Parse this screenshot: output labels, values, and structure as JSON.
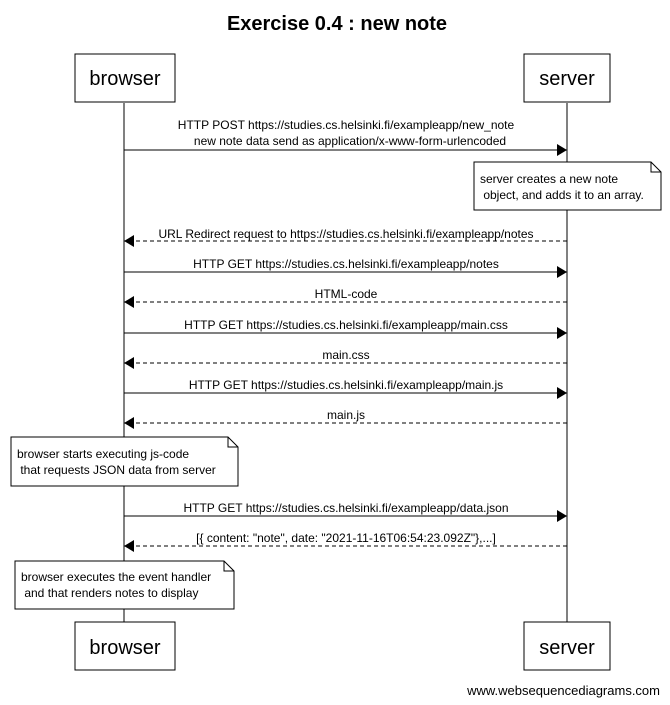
{
  "title": "Exercise 0.4 : new note",
  "participants": {
    "browser": "browser",
    "server": "server"
  },
  "messages": [
    {
      "from": "browser",
      "to": "server",
      "style": "solid",
      "lines": [
        "HTTP POST https://studies.cs.helsinki.fi/exampleapp/new_note",
        "new note data send as application/x-www-form-urlencoded"
      ]
    },
    {
      "from": "server",
      "to": "browser",
      "style": "dashed",
      "lines": [
        "URL Redirect request to https://studies.cs.helsinki.fi/exampleapp/notes"
      ]
    },
    {
      "from": "browser",
      "to": "server",
      "style": "solid",
      "lines": [
        "HTTP GET https://studies.cs.helsinki.fi/exampleapp/notes"
      ]
    },
    {
      "from": "server",
      "to": "browser",
      "style": "dashed",
      "lines": [
        "HTML-code"
      ]
    },
    {
      "from": "browser",
      "to": "server",
      "style": "solid",
      "lines": [
        "HTTP GET https://studies.cs.helsinki.fi/exampleapp/main.css"
      ]
    },
    {
      "from": "server",
      "to": "browser",
      "style": "dashed",
      "lines": [
        "main.css"
      ]
    },
    {
      "from": "browser",
      "to": "server",
      "style": "solid",
      "lines": [
        "HTTP GET https://studies.cs.helsinki.fi/exampleapp/main.js"
      ]
    },
    {
      "from": "server",
      "to": "browser",
      "style": "dashed",
      "lines": [
        "main.js"
      ]
    },
    {
      "from": "browser",
      "to": "server",
      "style": "solid",
      "lines": [
        "HTTP GET https://studies.cs.helsinki.fi/exampleapp/data.json"
      ]
    },
    {
      "from": "server",
      "to": "browser",
      "style": "dashed",
      "lines": [
        "[{ content: \"note\", date: \"2021-11-16T06:54:23.092Z\"},...]"
      ]
    }
  ],
  "notes": [
    {
      "over": "server",
      "lines": [
        "server creates a new note",
        " object, and adds it to an array."
      ]
    },
    {
      "over": "browser",
      "lines": [
        "browser starts executing js-code",
        " that requests JSON data from server"
      ]
    },
    {
      "over": "browser",
      "lines": [
        "browser executes the event handler",
        " and that renders notes to display"
      ]
    }
  ],
  "footer": "www.websequencediagrams.com"
}
